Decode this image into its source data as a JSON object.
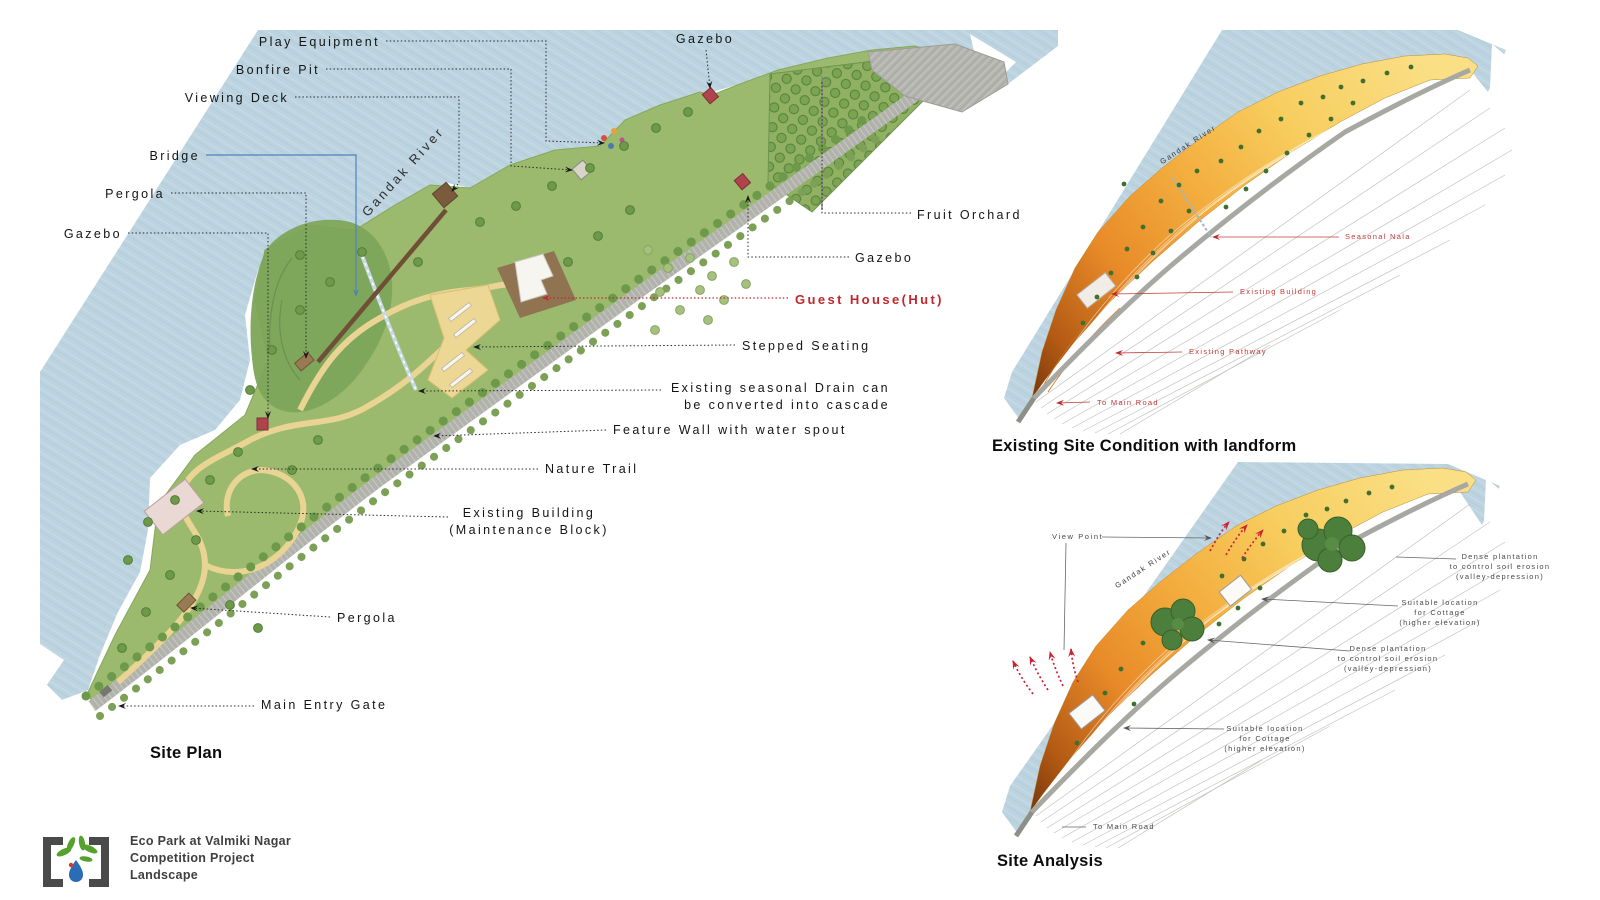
{
  "site_plan": {
    "title": "Site Plan",
    "river_label": "Gandak River",
    "labels": {
      "play_equipment": "Play Equipment",
      "bonfire_pit": "Bonfire Pit",
      "viewing_deck": "Viewing Deck",
      "bridge": "Bridge",
      "pergola_upper": "Pergola",
      "gazebo_left": "Gazebo",
      "gazebo_top": "Gazebo",
      "fruit_orchard": "Fruit Orchard",
      "gazebo_right": "Gazebo",
      "guest_house": "Guest House(Hut)",
      "stepped_seating": "Stepped Seating",
      "seasonal_drain": "Existing seasonal Drain can\nbe converted into cascade",
      "feature_wall": "Feature Wall with water spout",
      "nature_trail": "Nature Trail",
      "existing_building": "Existing Building\n(Maintenance Block)",
      "pergola_lower": "Pergola",
      "main_entry_gate": "Main Entry Gate"
    }
  },
  "existing_condition": {
    "title": "Existing Site Condition with landform",
    "river_label": "Gandak River",
    "labels": {
      "seasonal_nala": "Seasonal Nala",
      "existing_building": "Existing Building",
      "existing_pathway": "Existing Pathway",
      "to_main_road": "To Main Road"
    }
  },
  "site_analysis": {
    "title": "Site Analysis",
    "river_label": "Gandak River",
    "labels": {
      "view_point": "View Point",
      "dense_plantation_1": "Dense plantation\nto control soil erosion\n(valley-depression)",
      "cottage_1": "Suitable location\nfor Cottage\n(higher elevation)",
      "dense_plantation_2": "Dense plantation\nto control soil erosion\n(valley-depression)",
      "cottage_2": "Suitable location\nfor Cottage\n(higher elevation)",
      "to_main_road": "To Main Road"
    }
  },
  "footer": {
    "project_line1": "Eco Park at Valmiki Nagar",
    "project_line2": "Competition Project",
    "project_line3": "Landscape"
  },
  "colors": {
    "river": "#bcd3e0",
    "site_green": "#9cba6e",
    "annotation_red": "#c1272d",
    "terrain_high": "#fadf85",
    "terrain_mid": "#f0a93c",
    "terrain_low": "#7c3a0c"
  }
}
